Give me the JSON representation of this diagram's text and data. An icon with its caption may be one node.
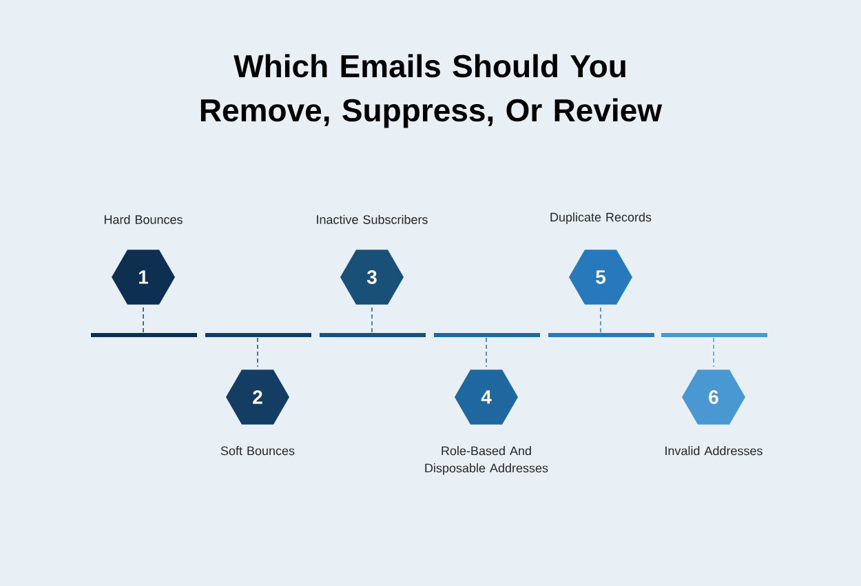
{
  "diagram": {
    "title": "Which Emails Should You Remove, Suppress, Or Review",
    "nodes": [
      {
        "text": [
          "1"
        ],
        "beside": [
          "Hard Bounces"
        ]
      },
      {
        "text": [
          "2"
        ],
        "beside": [
          "Soft Bounces"
        ]
      },
      {
        "text": [
          "3"
        ],
        "beside": [
          "Inactive Subscribers"
        ]
      },
      {
        "text": [
          "4"
        ],
        "beside": [
          "Role-Based And Disposable Addresses"
        ]
      },
      {
        "text": [
          "5"
        ],
        "beside": [
          "Duplicate Records"
        ]
      },
      {
        "text": [
          "6"
        ],
        "beside": [
          "Invalid Addresses"
        ]
      }
    ]
  }
}
